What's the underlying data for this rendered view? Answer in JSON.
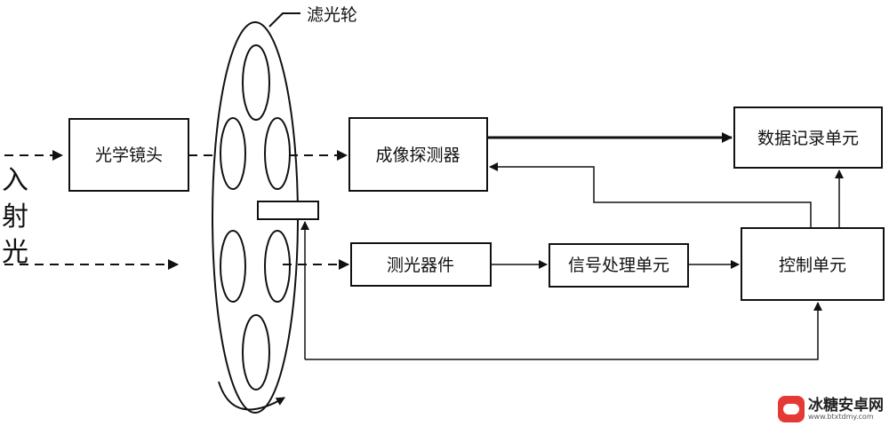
{
  "labels": {
    "filter_wheel": "滤光轮",
    "optical_lens": "光学镜头",
    "imaging_detector": "成像探测器",
    "data_recorder": "数据记录单元",
    "photometer": "测光器件",
    "signal_processor": "信号处理单元",
    "control_unit": "控制单元",
    "incident_light": [
      "入",
      "射",
      "光"
    ]
  },
  "watermark": {
    "title": "冰糖安卓网",
    "url": "www.btxtdmy.com"
  }
}
